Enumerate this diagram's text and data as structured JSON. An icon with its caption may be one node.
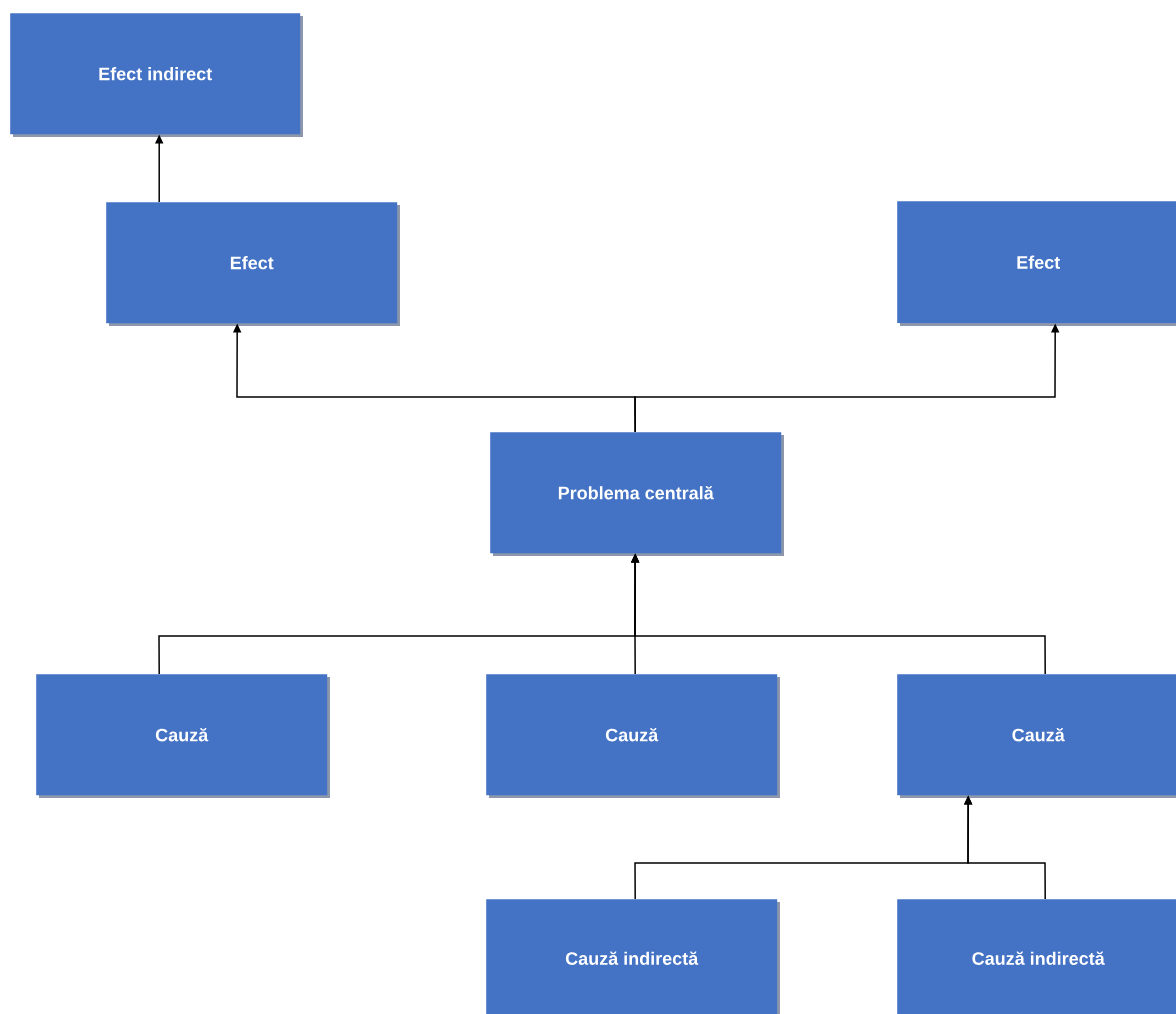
{
  "diagram": {
    "nodes": [
      {
        "text": [
          "Efect indirect"
        ]
      },
      {
        "text": [
          "Efect"
        ]
      },
      {
        "text": [
          "Efect"
        ]
      },
      {
        "text": [
          "Problema centrală"
        ]
      },
      {
        "text": [
          "Cauză"
        ]
      },
      {
        "text": [
          "Cauză"
        ]
      },
      {
        "text": [
          "Cauză"
        ]
      },
      {
        "text": [
          "Cauză indirectă"
        ]
      },
      {
        "text": [
          "Cauză indirectă"
        ]
      }
    ],
    "edges": [
      {
        "from": 1,
        "to": 0,
        "arrow": "to"
      },
      {
        "from": 3,
        "to": 1,
        "arrow": "to"
      },
      {
        "from": 3,
        "to": 2,
        "arrow": "to"
      },
      {
        "from": 4,
        "to": 3,
        "arrow": "to"
      },
      {
        "from": 5,
        "to": 3,
        "arrow": "to"
      },
      {
        "from": 6,
        "to": 3,
        "arrow": "to"
      },
      {
        "from": 7,
        "to": 6,
        "arrow": "to"
      },
      {
        "from": 8,
        "to": 6,
        "arrow": "to"
      }
    ]
  }
}
